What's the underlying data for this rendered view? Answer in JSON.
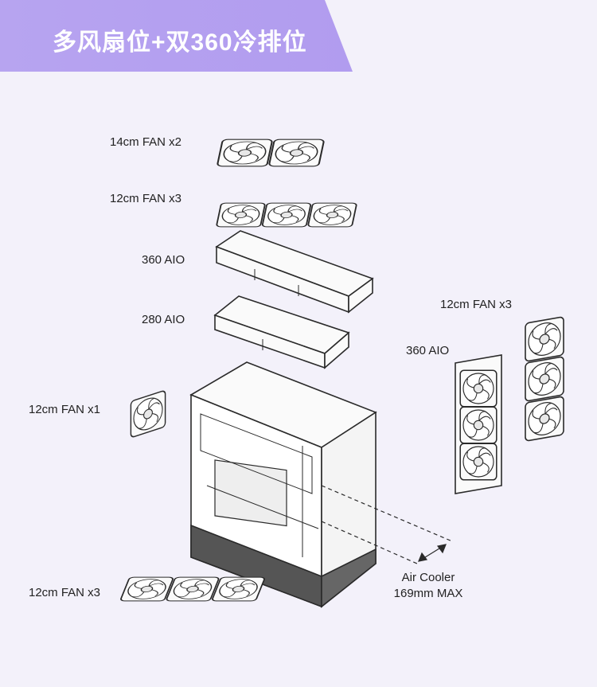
{
  "banner": {
    "title": "多风扇位+双360冷排位"
  },
  "labels": {
    "fan14_x2": "14cm FAN x2",
    "fan12_x3_top": "12cm FAN x3",
    "aio_360_top": "360 AIO",
    "aio_280": "280 AIO",
    "fan12_x1": "12cm FAN x1",
    "fan12_x3_bottom": "12cm FAN x3",
    "fan12_x3_side": "12cm FAN x3",
    "aio_360_side": "360 AIO",
    "air_cooler_line1": "Air Cooler",
    "air_cooler_line2": "169mm MAX"
  },
  "colors": {
    "banner": "#b19cef",
    "background": "#f3f1fa",
    "line": "#2a2a2a"
  },
  "icons": [
    "fan-icon",
    "radiator-icon",
    "pc-case-icon",
    "double-arrow-icon"
  ]
}
